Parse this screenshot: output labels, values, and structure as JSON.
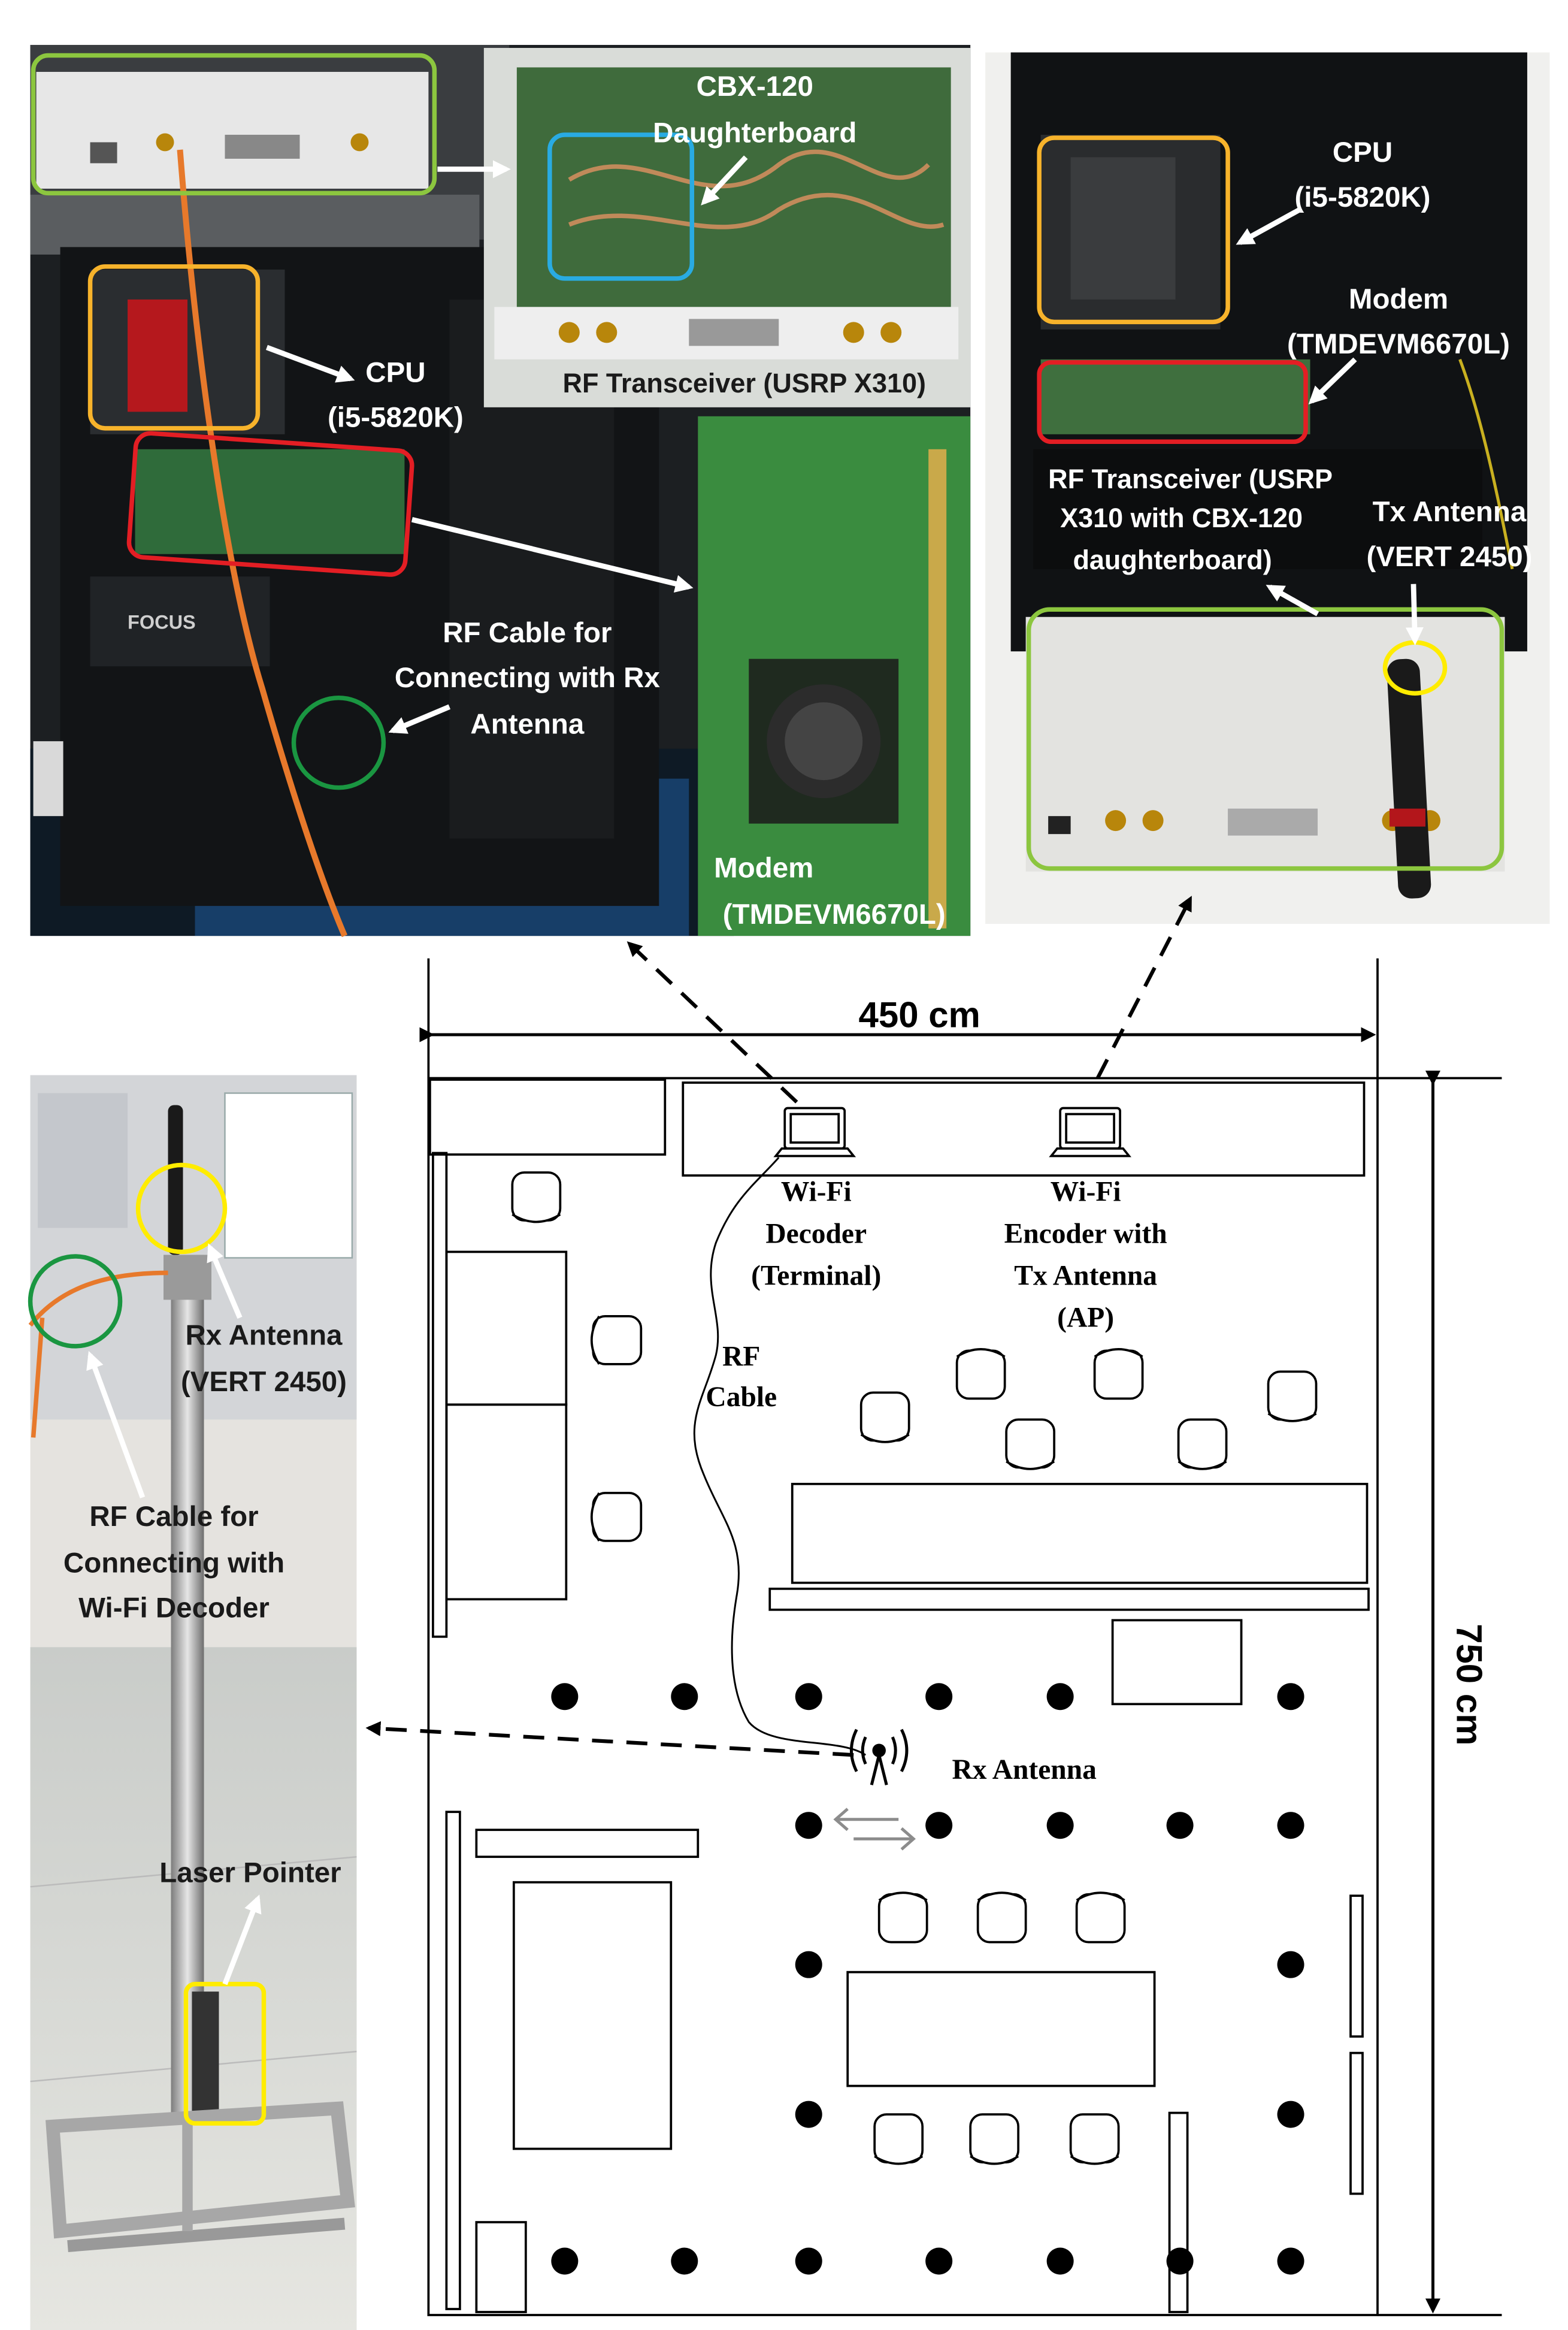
{
  "photos": {
    "pc_terminal": {
      "cbx_title_1": "CBX-120",
      "cbx_title_2": "Daughterboard",
      "cpu_1": "CPU",
      "cpu_2": "(i5-5820K)",
      "rf_transceiver": "RF Transceiver (USRP X310)",
      "rf_cable_1": "RF Cable for",
      "rf_cable_2": "Connecting with Rx",
      "rf_cable_3": "Antenna",
      "modem_1": "Modem",
      "modem_2": "(TMDEVM6670L)",
      "case_brand": "FOCUS"
    },
    "pc_ap": {
      "cpu_1": "CPU",
      "cpu_2": "(i5-5820K)",
      "modem_1": "Modem",
      "modem_2": "(TMDEVM6670L)",
      "rf_1": "RF Transceiver (USRP",
      "rf_2": "X310 with CBX-120",
      "rf_3": "daughterboard)",
      "tx_1": "Tx Antenna",
      "tx_2": "(VERT 2450)"
    },
    "rx_stand": {
      "rx_1": "Rx Antenna",
      "rx_2": "(VERT 2450)",
      "cable_1": "RF Cable for",
      "cable_2": "Connecting with",
      "cable_3": "Wi-Fi Decoder",
      "laser": "Laser Pointer"
    }
  },
  "floorplan": {
    "width_label": "450 cm",
    "height_label": "750 cm",
    "decoder_1": "Wi-Fi",
    "decoder_2": "Decoder",
    "decoder_3": "(Terminal)",
    "encoder_1": "Wi-Fi",
    "encoder_2": "Encoder with",
    "encoder_3": "Tx Antenna",
    "encoder_4": "(AP)",
    "rf_cable_1": "RF",
    "rf_cable_2": "Cable",
    "rx_antenna": "Rx Antenna"
  },
  "colors": {
    "green": "#8cc63f",
    "orange": "#f7b32b",
    "red": "#e31e24",
    "blue": "#29abe2",
    "yellow": "#ffec00",
    "dark_green": "#1a9641"
  }
}
